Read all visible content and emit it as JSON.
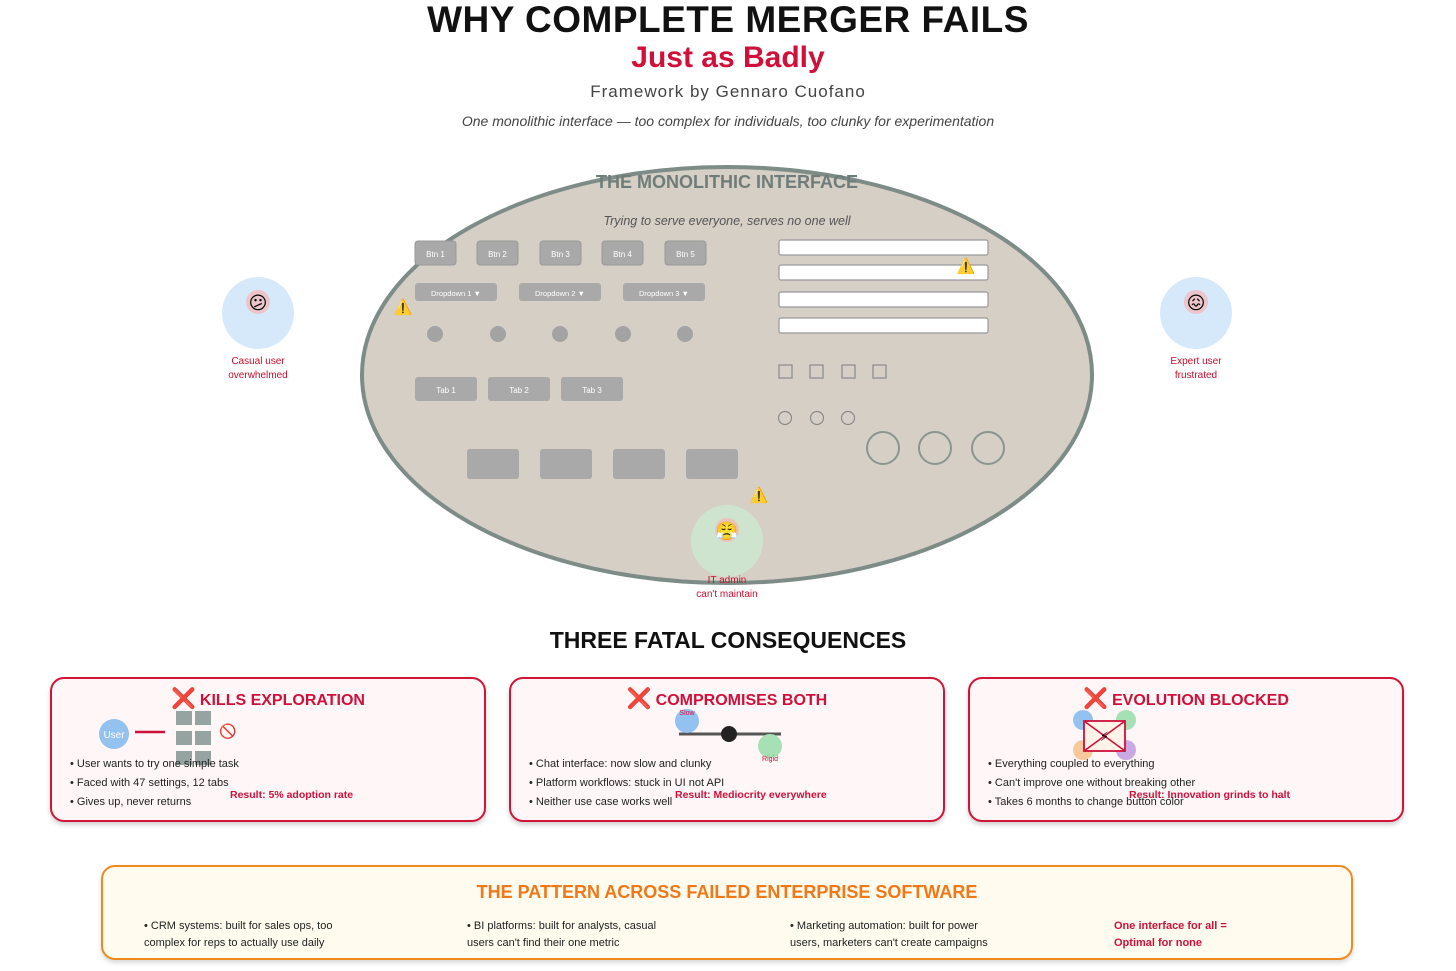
{
  "header": {
    "title": "WHY COMPLETE MERGER FAILS",
    "subtitle": "Just as Badly",
    "byline": "Framework by Gennaro Cuofano",
    "tagline": "One monolithic interface — too complex for individuals, too clunky for experimentation"
  },
  "monolith": {
    "title": "THE MONOLITHIC INTERFACE",
    "subtitle": "Trying to serve everyone, serves no one well",
    "buttons": [
      "Btn 1",
      "Btn 2",
      "Btn 3",
      "Btn 4",
      "Btn 5"
    ],
    "dropdowns": [
      "Dropdown 1 ▼",
      "Dropdown 2 ▼",
      "Dropdown 3 ▼"
    ],
    "tabs": [
      "Tab 1",
      "Tab 2",
      "Tab 3"
    ],
    "warning_glyph": "⚠️"
  },
  "personas": {
    "casual": {
      "emoji": "😕",
      "line1": "Casual user",
      "line2": "overwhelmed"
    },
    "expert": {
      "emoji": "😖",
      "line1": "Expert user",
      "line2": "frustrated"
    },
    "admin": {
      "emoji": "😤",
      "line1": "IT admin",
      "line2": "can't maintain"
    }
  },
  "consequences": {
    "title": "THREE FATAL CONSEQUENCES",
    "cards": [
      {
        "x": "❌",
        "title": "KILLS EXPLORATION",
        "bullets": [
          "User wants to try one simple task",
          "Faced with 47 settings, 12 tabs",
          "Gives up, never returns"
        ],
        "result": "Result: 5% adoption rate",
        "graphic": {
          "user_label": "User",
          "blocked_glyph": "🚫"
        }
      },
      {
        "x": "❌",
        "title": "COMPROMISES BOTH",
        "bullets": [
          "Chat interface: now slow and clunky",
          "Platform workflows: stuck in UI not API",
          "Neither use case works well"
        ],
        "result": "Result: Mediocrity everywhere",
        "graphic": {
          "left_label": "Slow",
          "right_label": "Rigid"
        }
      },
      {
        "x": "❌",
        "title": "EVOLUTION BLOCKED",
        "bullets": [
          "Everything coupled to everything",
          "Can't improve one without breaking other",
          "Takes 6 months to change button color"
        ],
        "result": "Result: Innovation grinds to halt",
        "graphic": {
          "center_glyph": "⚡"
        }
      }
    ]
  },
  "pattern": {
    "title": "THE PATTERN ACROSS FAILED ENTERPRISE SOFTWARE",
    "columns": [
      {
        "line1": "• CRM systems: built for sales ops, too",
        "line2": "complex for reps to actually use daily"
      },
      {
        "line1": "• BI platforms: built for analysts, casual",
        "line2": "users can't find their one metric"
      },
      {
        "line1": "• Marketing automation: built for power",
        "line2": "users, marketers can't create campaigns"
      }
    ],
    "verdict": {
      "line1": "One interface for all =",
      "line2": "Optimal for none"
    }
  },
  "colors": {
    "accent_red": "#d0103a",
    "accent_orange": "#f07818",
    "monolith_fill": "#d6cfc6",
    "monolith_stroke": "#7e8c88",
    "persona_blue": "#d6e9fb",
    "persona_green": "#cde8cf"
  }
}
